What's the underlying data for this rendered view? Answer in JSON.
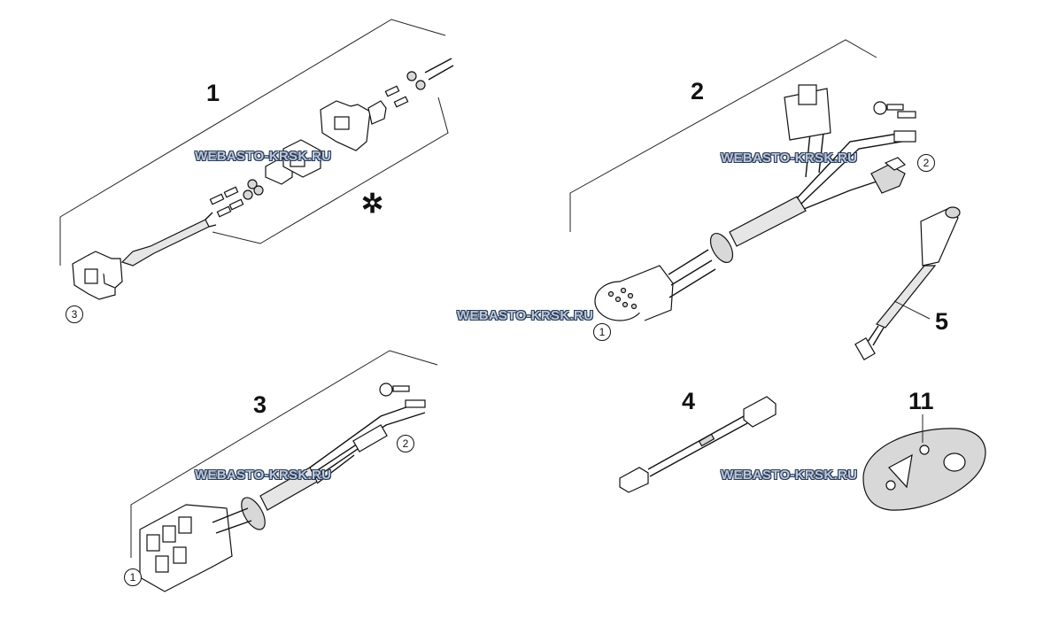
{
  "watermark": "WEBASTO-KRSK.RU",
  "parts": [
    {
      "id": "p1",
      "number": "1"
    },
    {
      "id": "p2",
      "number": "2"
    },
    {
      "id": "p3",
      "number": "3"
    },
    {
      "id": "p4",
      "number": "4"
    },
    {
      "id": "p5",
      "number": "5"
    },
    {
      "id": "p11",
      "number": "11"
    }
  ],
  "callouts": {
    "p1_conn": "3",
    "p2_conn_a": "1",
    "p2_conn_b": "2",
    "p3_conn_a": "1",
    "p3_conn_b": "2"
  },
  "asterisk": "✲"
}
